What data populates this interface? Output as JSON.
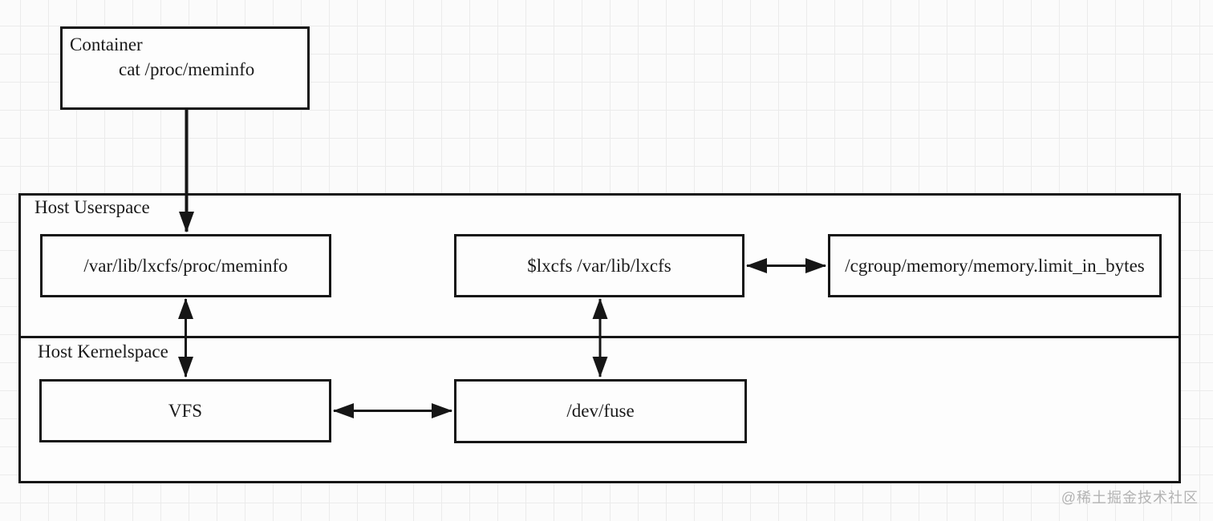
{
  "page": {
    "background": "#fbfbfb",
    "grid_color": "#ebebeb",
    "line_color": "#161616",
    "watermark_color": "#b3b3b3"
  },
  "container_box": {
    "title": "Container",
    "command": "cat /proc/meminfo"
  },
  "host_userspace": {
    "label": "Host Userspace",
    "meminfo_node": "/var/lib/lxcfs/proc/meminfo",
    "lxcfs_node": "$lxcfs /var/lib/lxcfs",
    "cgroup_node": "/cgroup/memory/memory.limit_in_bytes"
  },
  "host_kernelspace": {
    "label": "Host Kernelspace",
    "vfs_node": "VFS",
    "devfuse_node": "/dev/fuse"
  },
  "edges": [
    {
      "from": "container",
      "to": "meminfo_node",
      "direction": "one-way-down"
    },
    {
      "from": "meminfo_node",
      "to": "vfs_node",
      "direction": "two-way"
    },
    {
      "from": "lxcfs_node",
      "to": "devfuse_node",
      "direction": "two-way"
    },
    {
      "from": "lxcfs_node",
      "to": "cgroup_node",
      "direction": "two-way"
    },
    {
      "from": "vfs_node",
      "to": "devfuse_node",
      "direction": "two-way"
    }
  ],
  "watermark": "@稀土掘金技术社区"
}
